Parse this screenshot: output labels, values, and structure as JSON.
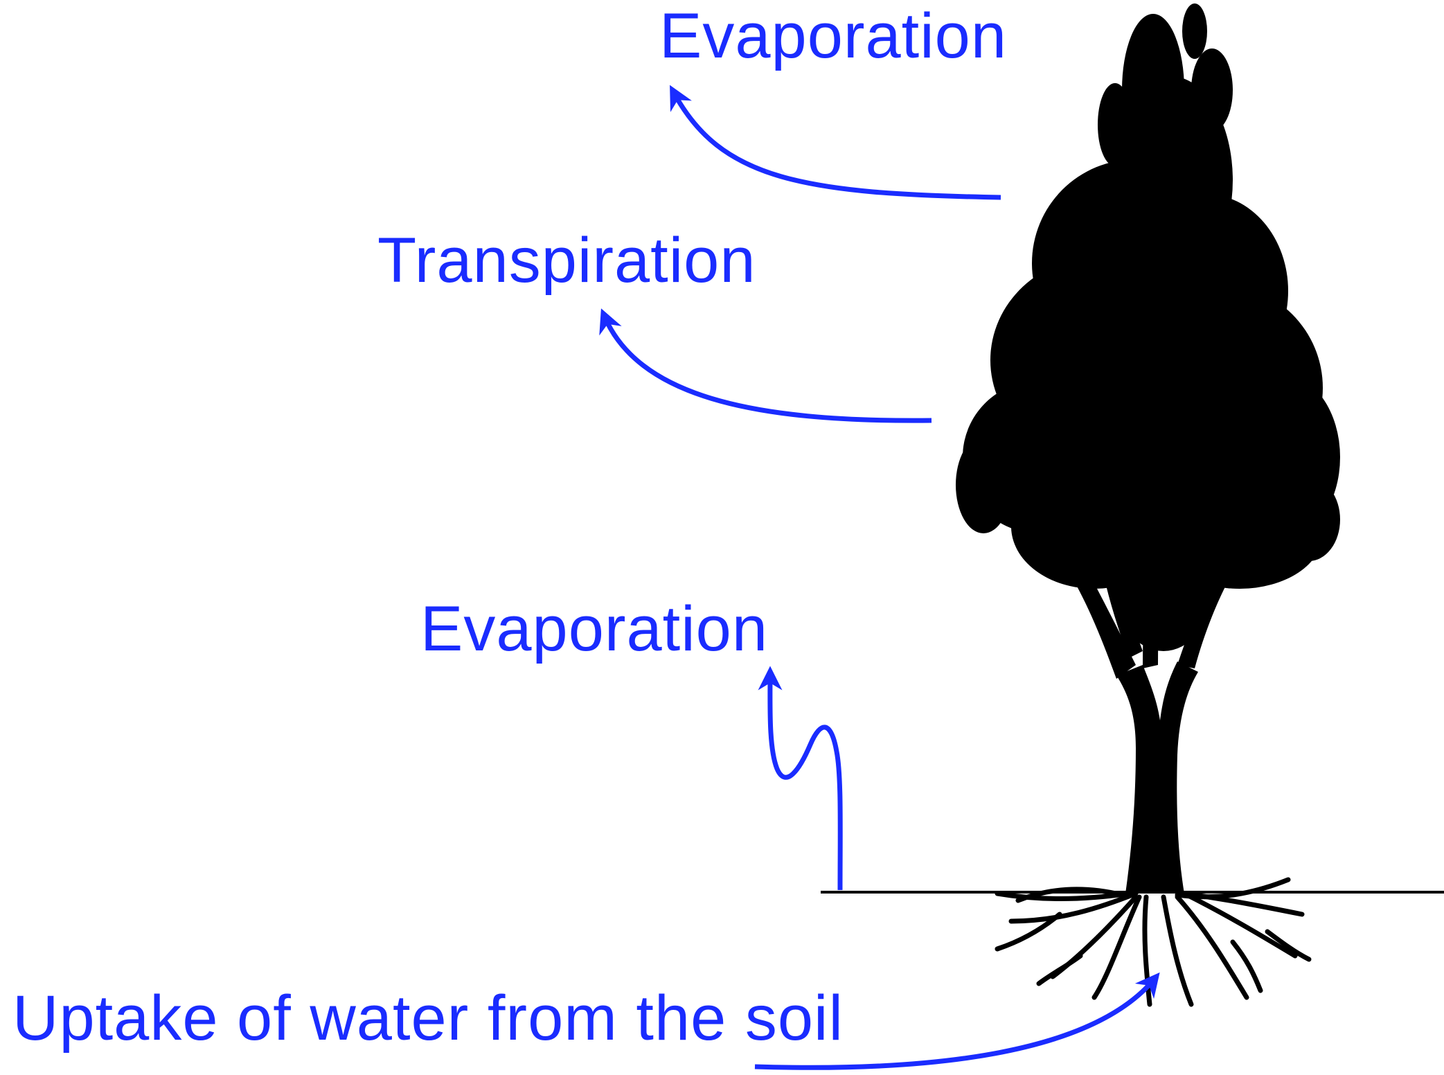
{
  "diagram": {
    "accent_color": "#1a2cff",
    "tree_color": "#000000",
    "ground_color": "#000000",
    "labels": {
      "evaporation_canopy": "Evaporation",
      "transpiration": "Transpiration",
      "evaporation_soil": "Evaporation",
      "uptake": "Uptake of water from the soil"
    },
    "icons": {
      "tree": "tree-silhouette-icon",
      "roots": "roots-icon"
    }
  }
}
